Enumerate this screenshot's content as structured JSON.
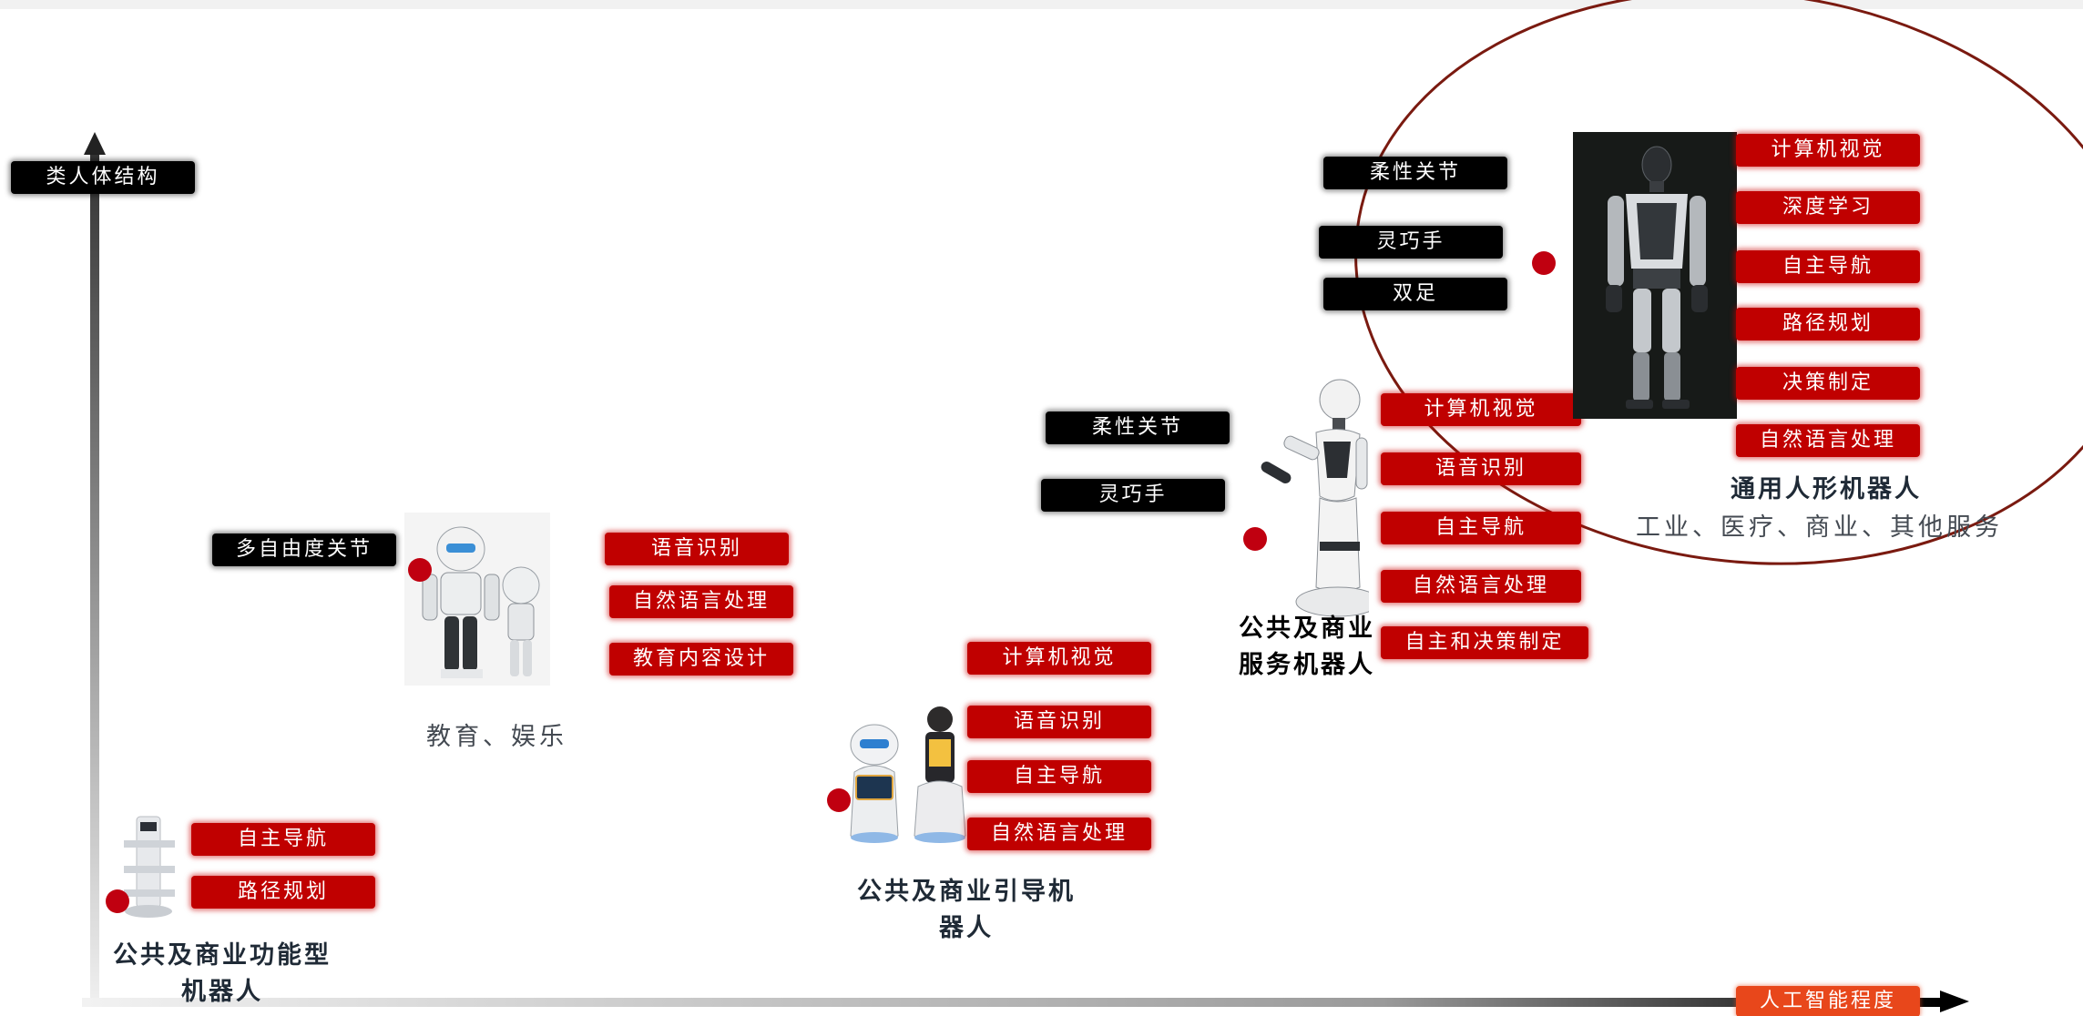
{
  "axes": {
    "y_label": "类人体结构",
    "x_label": "人工智能程度"
  },
  "groups": [
    {
      "id": "functional",
      "title": "公共及商业功能型\n机器人",
      "subtitle": "",
      "structure_tags": [],
      "ai_tags": [
        "自主导航",
        "路径规划"
      ]
    },
    {
      "id": "education",
      "title": "",
      "subtitle": "教育、娱乐",
      "structure_tags": [
        "多自由度关节"
      ],
      "ai_tags": [
        "语音识别",
        "自然语言处理",
        "教育内容设计"
      ]
    },
    {
      "id": "guide",
      "title": "公共及商业引导机\n器人",
      "subtitle": "",
      "structure_tags": [],
      "ai_tags": [
        "计算机视觉",
        "语音识别",
        "自主导航",
        "自然语言处理"
      ]
    },
    {
      "id": "service",
      "title": "公共及商业\n服务机器人",
      "subtitle": "",
      "structure_tags": [
        "柔性关节",
        "灵巧手"
      ],
      "ai_tags": [
        "计算机视觉",
        "语音识别",
        "自主导航",
        "自然语言处理",
        "自主和决策制定"
      ]
    },
    {
      "id": "humanoid",
      "title": "通用人形机器人",
      "subtitle": "工业、医疗、商业、其他服务",
      "structure_tags": [
        "柔性关节",
        "灵巧手",
        "双足"
      ],
      "ai_tags": [
        "计算机视觉",
        "深度学习",
        "自主导航",
        "路径规划",
        "决策制定",
        "自然语言处理"
      ]
    }
  ],
  "colors": {
    "ai_tag": "#c00000",
    "structure_tag": "#000000",
    "marker": "#c00010",
    "highlight_ellipse": "#7a1a10",
    "x_axis_label_bg": "#e8471b"
  }
}
